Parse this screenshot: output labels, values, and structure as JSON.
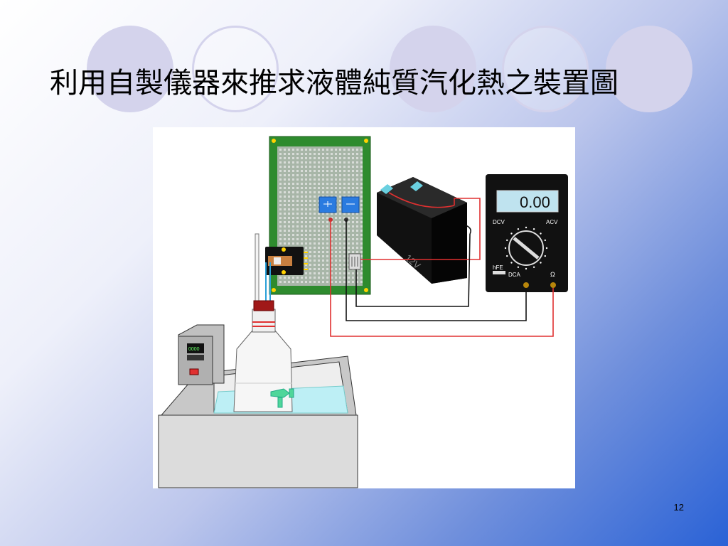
{
  "slide": {
    "title": "利用自製儀器來推求液體純質汽化熱之裝置圖",
    "page_number": "12"
  },
  "figure": {
    "battery_label": "12V",
    "multimeter": {
      "reading": "0.00",
      "dcv_label": "DCV",
      "acv_label": "ACV",
      "dca_label": "DCA",
      "hfe_label": "hFE",
      "ohm_label": "Ω"
    },
    "controller_display": "0000"
  },
  "colors": {
    "circuit_board": "#2e8b2e",
    "wire_red": "#e03030",
    "wire_black": "#111111",
    "lcd": "#bfe3ef",
    "water": "#bdeff5"
  }
}
